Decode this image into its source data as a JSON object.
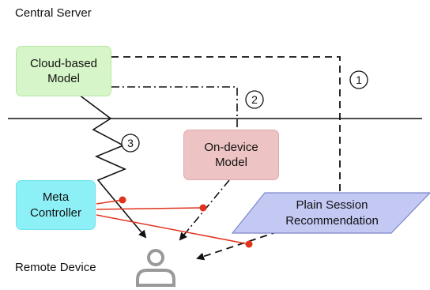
{
  "regions": {
    "top": "Central Server",
    "bottom": "Remote Device"
  },
  "nodes": {
    "cloud": {
      "line1": "Cloud-based",
      "line2": "Model",
      "fill": "#d6f5c8",
      "stroke": "#b8e6a6"
    },
    "ondevice": {
      "line1": "On-device",
      "line2": "Model",
      "fill": "#eec3c3",
      "stroke": "#e0a9a9"
    },
    "meta": {
      "line1": "Meta",
      "line2": "Controller",
      "fill": "#8ef0f7",
      "stroke": "#6fe2eb"
    },
    "plain": {
      "line1": "Plain Session",
      "line2": "Recommendation",
      "fill": "#c4c9f4",
      "stroke": "#7d86c9"
    }
  },
  "markers": [
    "1",
    "2",
    "3"
  ],
  "colors": {
    "controller_link": "#e0331c",
    "device_icon": "#999999",
    "path": "#111111"
  }
}
